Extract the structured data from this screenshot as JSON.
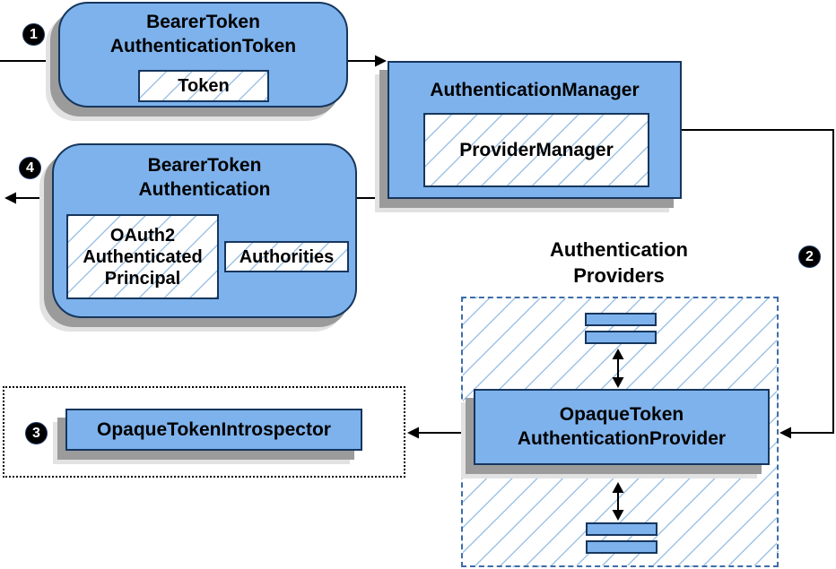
{
  "colors": {
    "node_fill": "#7EB2EC",
    "node_border": "#16365D",
    "hatch_line": "#9DC3E6",
    "shadow_dark": "#9B9B9B",
    "shadow_light": "#E2E2E2",
    "provider_area_border": "#3E6DA8",
    "dotted_box_border": "#000000",
    "connector": "#000000",
    "badge_bg": "#000000",
    "badge_text": "#FFFFFF"
  },
  "badges": {
    "step1": "1",
    "step2": "2",
    "step3": "3",
    "step4": "4"
  },
  "nodes": {
    "bearer_token_authentication_token": {
      "title_line1": "BearerToken",
      "title_line2": "AuthenticationToken",
      "token_label": "Token"
    },
    "authentication_manager": {
      "title": "AuthenticationManager",
      "provider_manager_label": "ProviderManager"
    },
    "bearer_token_authentication": {
      "title_line1": "BearerToken",
      "title_line2": "Authentication",
      "principal_line1": "OAuth2",
      "principal_line2": "Authenticated",
      "principal_line3": "Principal",
      "authorities_label": "Authorities"
    },
    "authentication_providers": {
      "label_line1": "Authentication",
      "label_line2": "Providers"
    },
    "opaque_token_authentication_provider": {
      "title_line1": "OpaqueToken",
      "title_line2": "AuthenticationProvider"
    },
    "opaque_token_introspector": {
      "title": "OpaqueTokenIntrospector"
    }
  }
}
